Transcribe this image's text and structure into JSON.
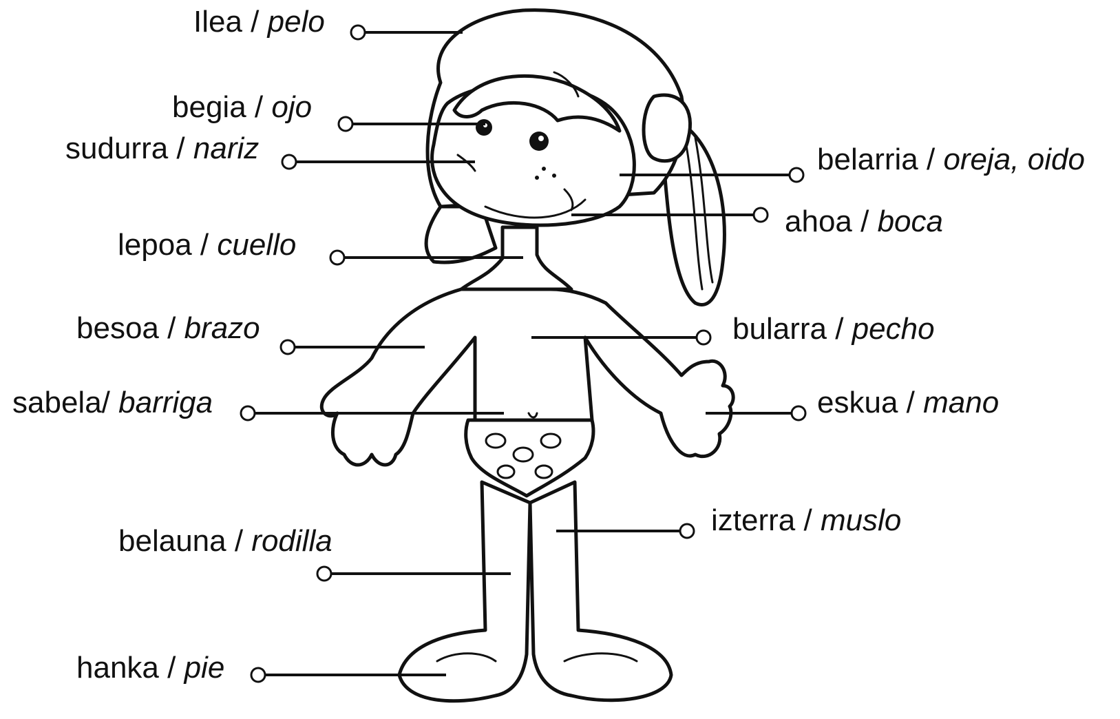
{
  "labels": {
    "ilea": {
      "eu": "Ilea",
      "es": "pelo"
    },
    "begia": {
      "eu": "begia",
      "es": "ojo"
    },
    "sudurra": {
      "eu": "sudurra",
      "es": "nariz"
    },
    "lepoa": {
      "eu": "lepoa",
      "es": "cuello"
    },
    "besoa": {
      "eu": "besoa",
      "es": "brazo"
    },
    "sabela": {
      "eu": "sabela/",
      "es": "barriga"
    },
    "belauna": {
      "eu": "belauna",
      "es": "rodilla"
    },
    "hanka": {
      "eu": "hanka",
      "es": "pie"
    },
    "belarria": {
      "eu": "belarria",
      "es": "oreja, oido"
    },
    "ahoa": {
      "eu": "ahoa",
      "es": "boca"
    },
    "bularra": {
      "eu": "bularra",
      "es": "pecho"
    },
    "eskua": {
      "eu": "eskua",
      "es": "mano"
    },
    "izterra": {
      "eu": "izterra",
      "es": "muslo"
    }
  },
  "separator": " / "
}
